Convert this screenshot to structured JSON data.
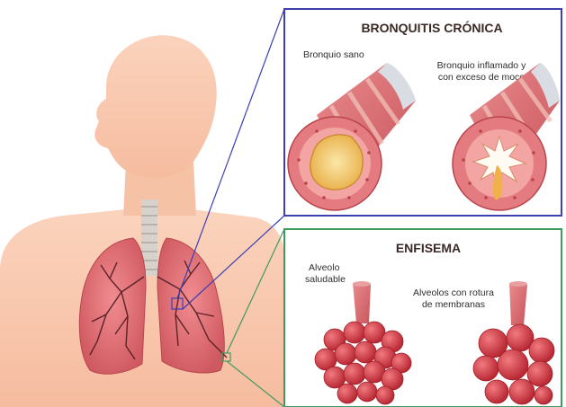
{
  "bronquitis": {
    "title": "BRONQUITIS CRÓNICA",
    "healthy_label": "Bronquio sano",
    "inflamed_label_line1": "Bronquio inflamado y",
    "inflamed_label_line2": "con exceso de moco"
  },
  "enfisema": {
    "title": "ENFISEMA",
    "healthy_label_line1": "Alveolo",
    "healthy_label_line2": "saludable",
    "damaged_label_line1": "Alveolos con rotura",
    "damaged_label_line2": "de membranas"
  },
  "colors": {
    "bronquitis_border": "#3b3fb3",
    "enfisema_border": "#3f9a5e",
    "skin": "#f9c9ae",
    "lung": "#e0737a",
    "alveoli": "#d8404a"
  }
}
